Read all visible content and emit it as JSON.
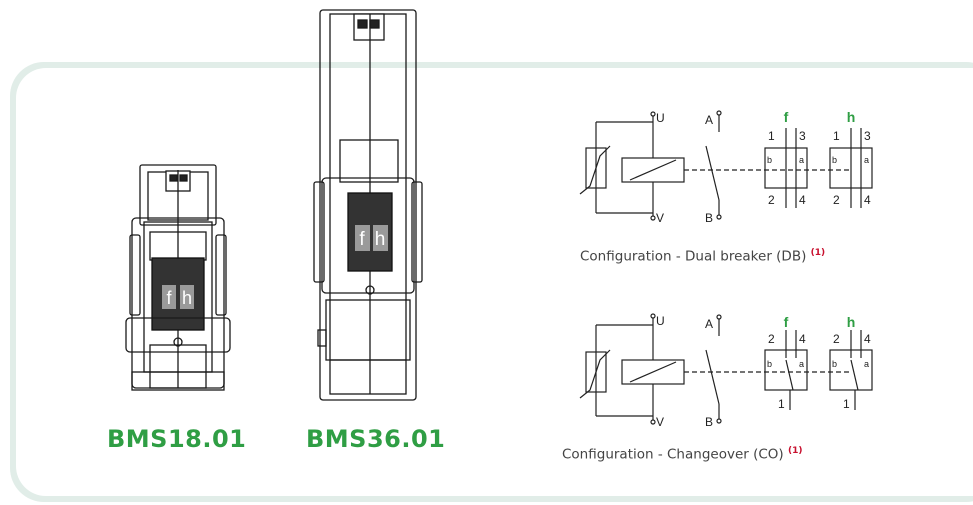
{
  "products": [
    {
      "model": "BMS18.01",
      "slot_f": "f",
      "slot_h": "h"
    },
    {
      "model": "BMS36.01",
      "slot_f": "f",
      "slot_h": "h"
    }
  ],
  "diagrams": [
    {
      "caption": "Configuration - Dual breaker (DB)",
      "note": "(1)",
      "terminal_u": "U",
      "terminal_v": "V",
      "terminal_a": "A",
      "terminal_b": "B",
      "contact_f": "f",
      "contact_h": "h",
      "f_top": [
        "1",
        "3"
      ],
      "f_bottom": [
        "2",
        "4"
      ],
      "h_top": [
        "1",
        "3"
      ],
      "h_bottom": [
        "2",
        "4"
      ],
      "pin_b": "b",
      "pin_a": "a"
    },
    {
      "caption": "Configuration - Changeover (CO)",
      "note": "(1)",
      "terminal_u": "U",
      "terminal_v": "V",
      "terminal_a": "A",
      "terminal_b": "B",
      "contact_f": "f",
      "contact_h": "h",
      "f_top": [
        "2",
        "4"
      ],
      "f_bottom": [
        "1"
      ],
      "h_top": [
        "2",
        "4"
      ],
      "h_bottom": [
        "1"
      ],
      "pin_b": "b",
      "pin_a": "a"
    }
  ],
  "colors": {
    "accent": "#2f9e44",
    "panel_border": "#e1ede8",
    "note": "#c8102e",
    "line": "#222222"
  }
}
